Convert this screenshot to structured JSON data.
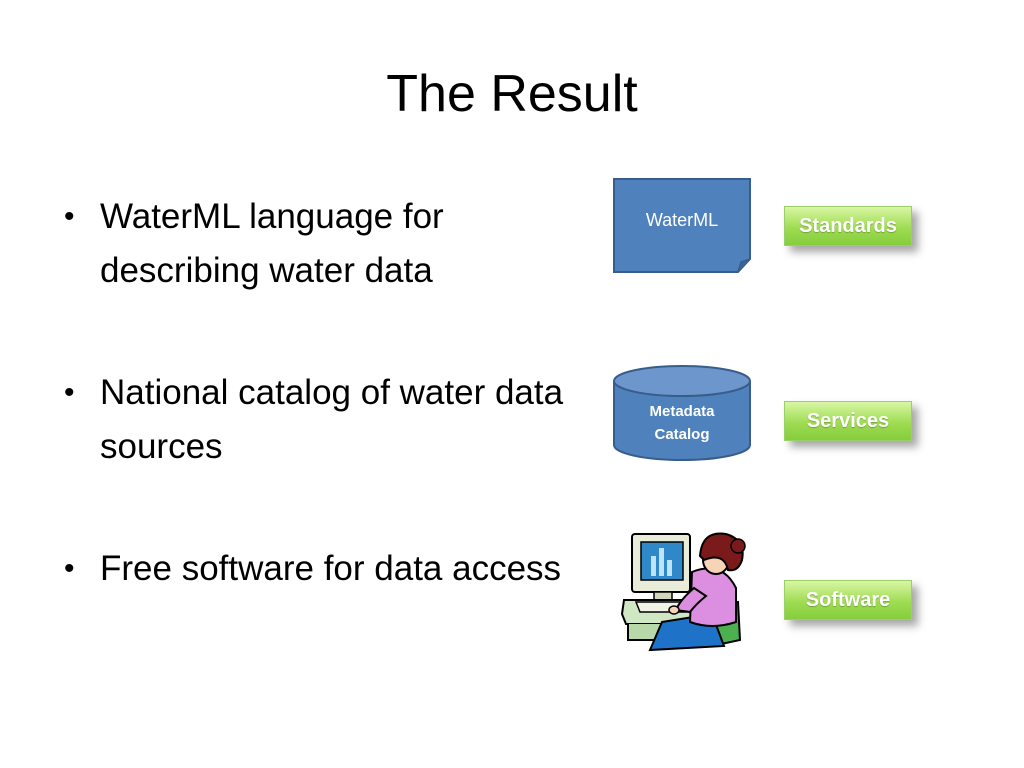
{
  "slide": {
    "title": "The Result",
    "bullets": [
      "WaterML language for describing water data",
      "National catalog of water data sources",
      "Free software for data access"
    ]
  },
  "diagram": {
    "document_label": "WaterML",
    "catalog_label_line1": "Metadata",
    "catalog_label_line2": "Catalog",
    "tags": [
      "Standards",
      "Services",
      "Software"
    ]
  },
  "colors": {
    "shape_fill": "#4f81bd",
    "shape_stroke": "#385d8a",
    "tag_green": "#9fdc52"
  }
}
